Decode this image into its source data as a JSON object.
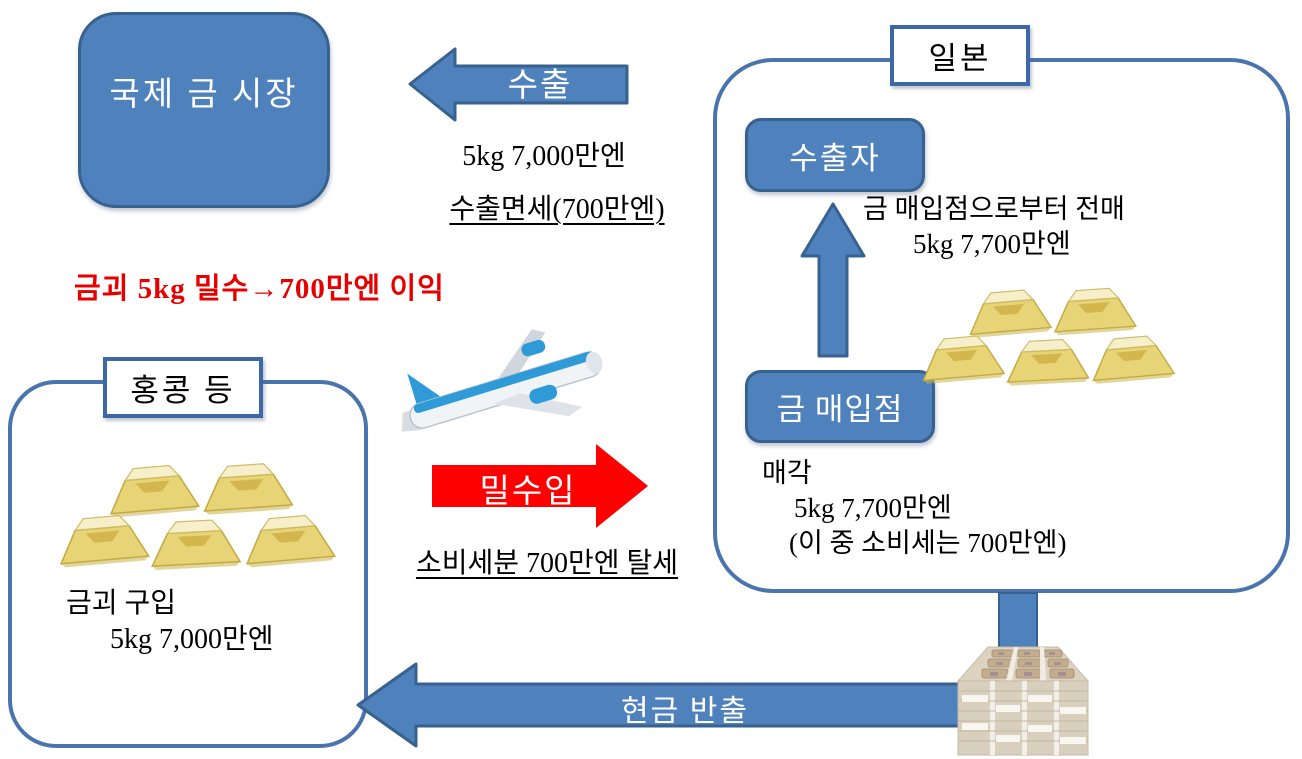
{
  "diagram": {
    "intl_market": {
      "label": "국제 금 시장"
    },
    "export": {
      "arrow_label": "수출",
      "amount": "5kg 7,000만엔",
      "exemption": "수출면세(700만엔)"
    },
    "profit_note": "금괴 5kg 밀수→700만엔 이익",
    "hongkong": {
      "label": "홍콩 등",
      "purchase_title": "금괴 구입",
      "purchase_amount": "5kg 7,000만엔"
    },
    "smuggling": {
      "arrow_label": "밀수입",
      "evasion_note": "소비세분 700만엔 탈세"
    },
    "japan": {
      "label": "일본",
      "exporter_label": "수출자",
      "buyer_label": "금 매입점",
      "resale_line1": "금 매입점으로부터 전매",
      "resale_line2": "5kg 7,700만엔",
      "sale_line1": "매각",
      "sale_line2": "5kg 7,700만엔",
      "sale_line3": "(이 중 소비세는 700만엔)"
    },
    "cash_out": {
      "arrow_label": "현금 반출"
    }
  },
  "icons": {
    "gold_bars_left": "gold-bars-icon",
    "gold_bars_right": "gold-bars-icon",
    "airplane": "airplane-icon",
    "cash_stack": "cash-stack-icon",
    "export_arrow": "left-arrow",
    "smuggle_arrow": "right-arrow-red",
    "resale_arrow": "up-arrow",
    "cash_out_arrow": "left-arrow-long"
  },
  "colors": {
    "accent_blue": "#4f81bd",
    "accent_border": "#37618e",
    "container_border": "#4a74ad",
    "arrow_red": "#ff0000",
    "red_text": "#e60000",
    "gold": "#e7d476",
    "text": "#000000",
    "background": "#ffffff"
  }
}
